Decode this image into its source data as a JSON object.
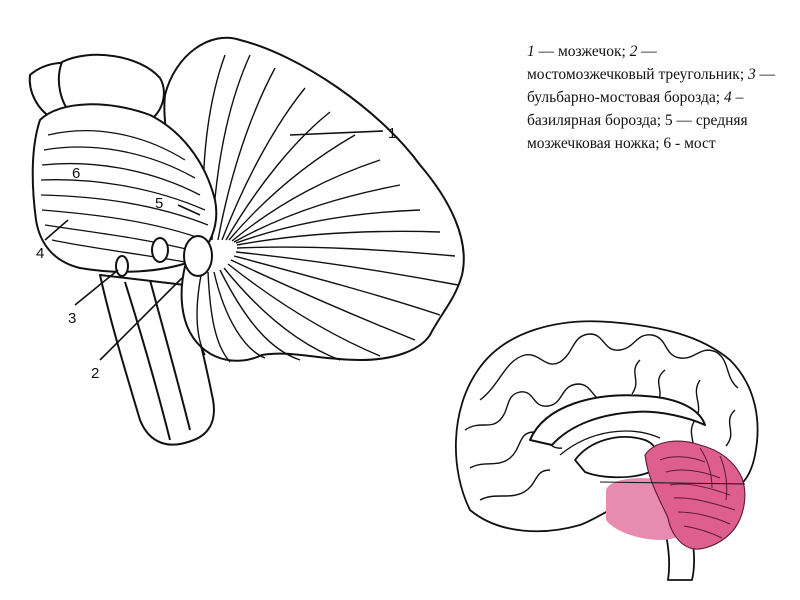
{
  "callouts": {
    "c1": "1",
    "c2": "2",
    "c3": "3",
    "c4": "4",
    "c5": "5",
    "c6": "6"
  },
  "legend": {
    "n1": "1",
    "t1": " — мозжечок; ",
    "n2": "2",
    "t2": " — мостомозжечковый треугольник; ",
    "n3": "3",
    "t3": " — бульбарно-мостовая борозда; ",
    "n4": "4",
    "t4": " – базилярная борозда",
    "t5": "; 5 — средняя мозжечковая ножка; 6 - мост"
  },
  "colors": {
    "ink": "#111111",
    "highlight": "#de5f8e",
    "highlight_light": "#e88bb0"
  }
}
